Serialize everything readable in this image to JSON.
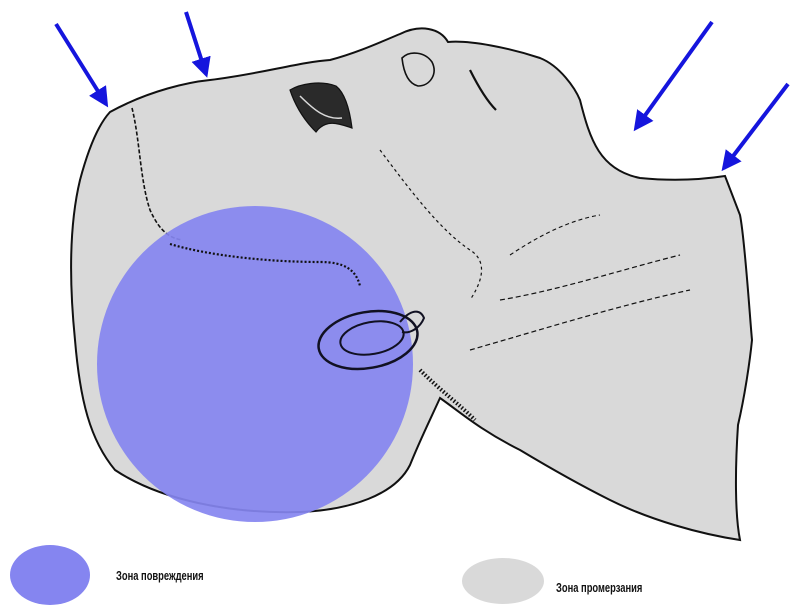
{
  "colors": {
    "damage_zone": "#8585f0",
    "freezing_zone": "#d9d9d9",
    "arrows": "#1515dd",
    "outline": "#111111"
  },
  "icons": [
    "arrow-icon",
    "head-illustration",
    "ear-icon"
  ],
  "legend": {
    "damage_label": "Зона повреждения",
    "freezing_label": "Зона промерзания"
  }
}
